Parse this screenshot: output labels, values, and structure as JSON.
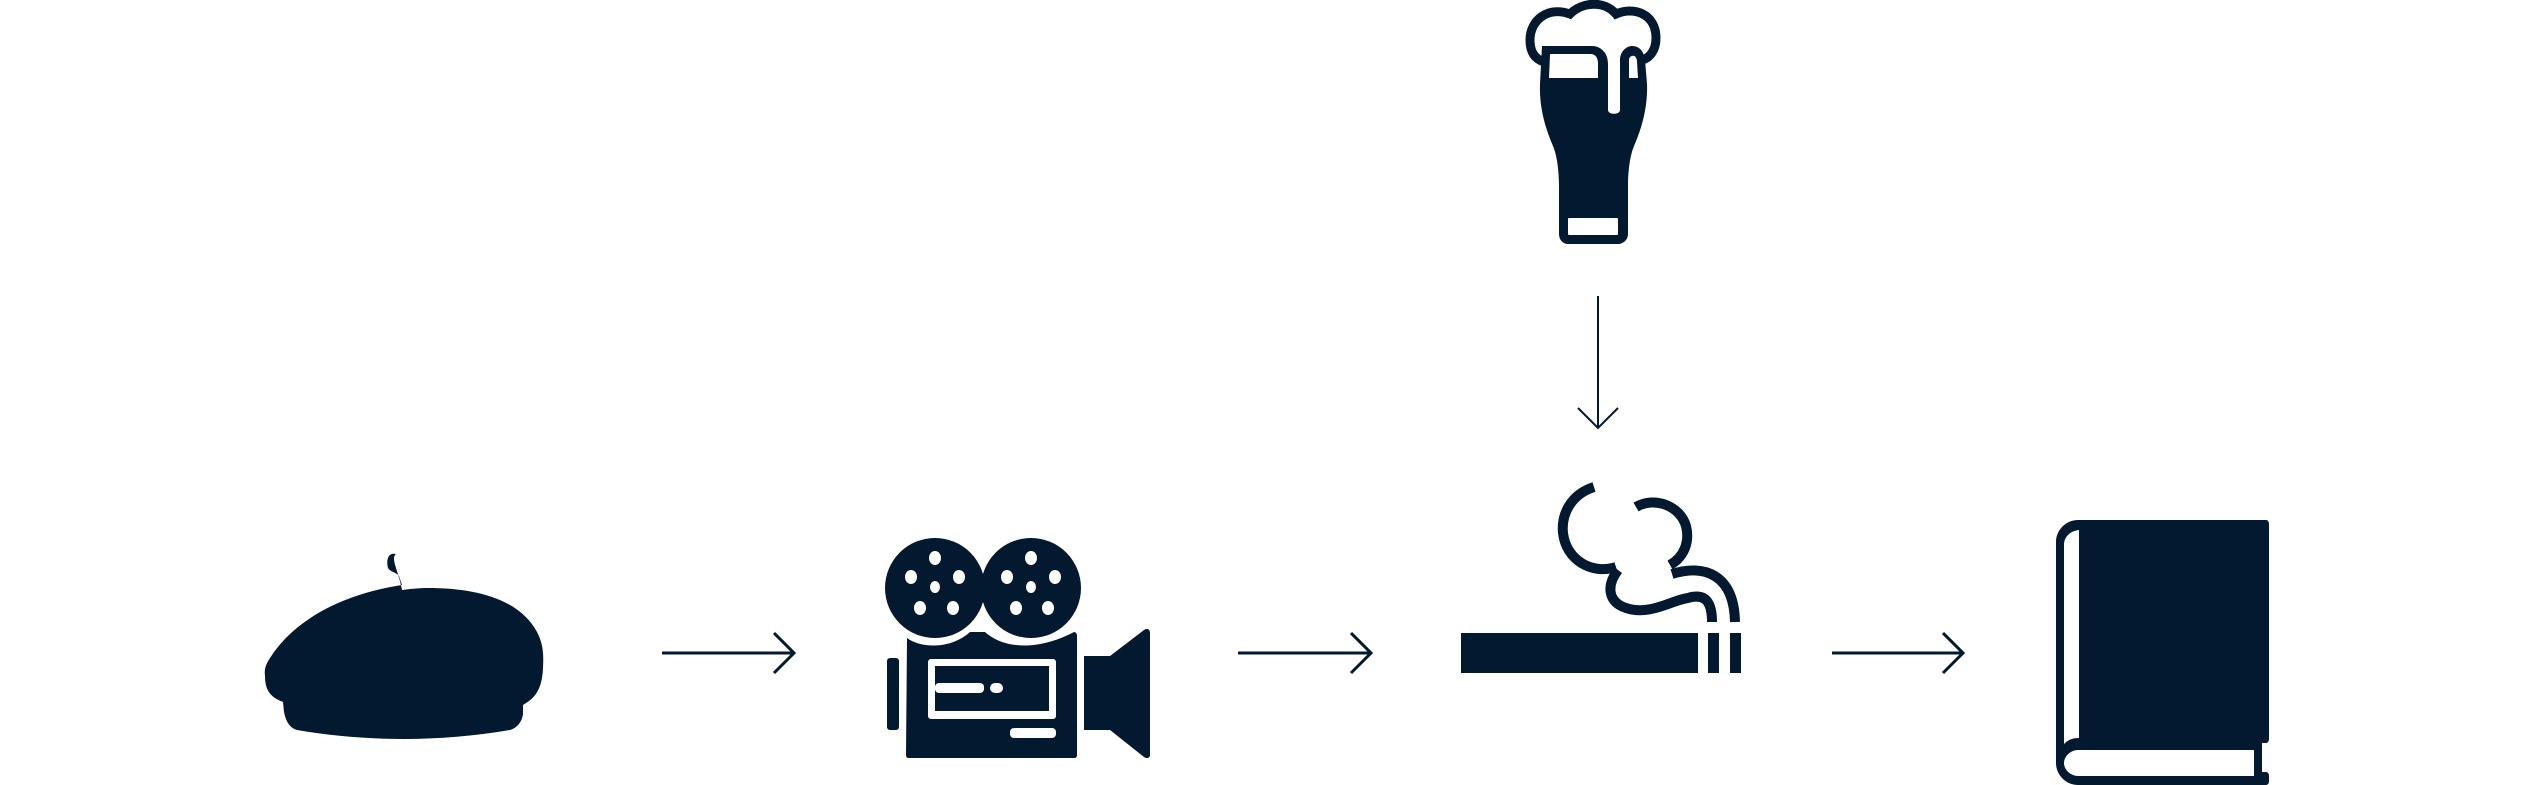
{
  "diagram": {
    "colors": {
      "ink": "#03192F",
      "background": "#ffffff"
    },
    "nodes": [
      {
        "id": "beret",
        "icon": "beret-icon"
      },
      {
        "id": "film-camera",
        "icon": "film-camera-icon"
      },
      {
        "id": "cigarette",
        "icon": "cigarette-icon"
      },
      {
        "id": "book",
        "icon": "book-icon"
      },
      {
        "id": "beer",
        "icon": "beer-glass-icon"
      }
    ],
    "edges": [
      {
        "from": "beret",
        "to": "film-camera"
      },
      {
        "from": "film-camera",
        "to": "cigarette"
      },
      {
        "from": "cigarette",
        "to": "book"
      },
      {
        "from": "beer",
        "to": "cigarette"
      }
    ]
  }
}
